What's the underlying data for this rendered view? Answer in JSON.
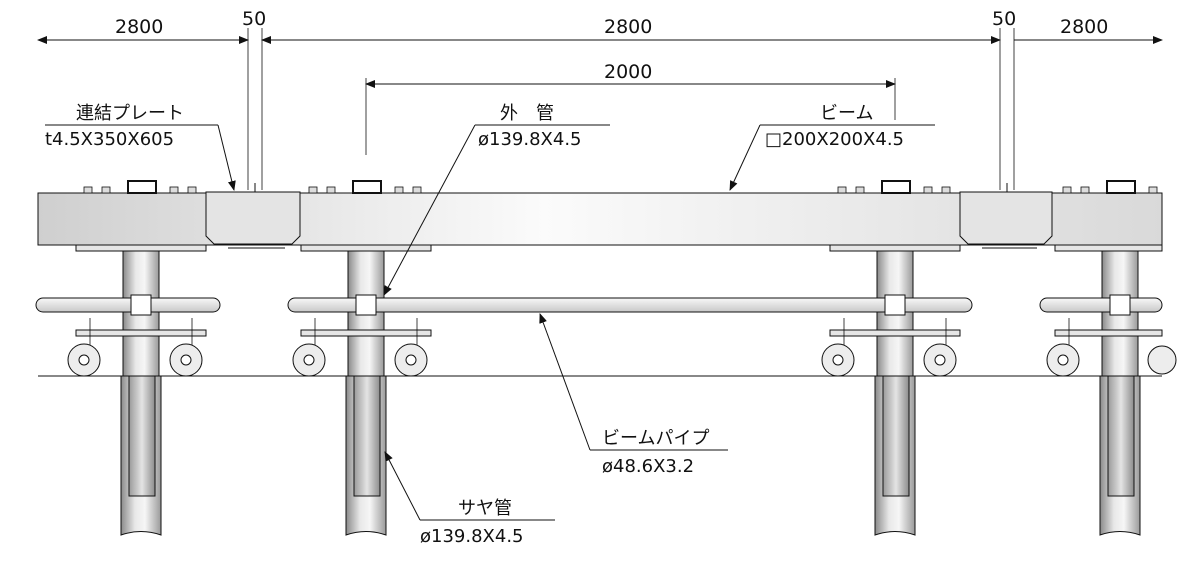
{
  "dimensions": {
    "span_left": "2800",
    "gap_left": "50",
    "span_center": "2800",
    "gap_right": "50",
    "span_right": "2800",
    "inner_span": "2000"
  },
  "callouts": {
    "plate_name": "連結プレート",
    "plate_spec": "t4.5X350X605",
    "outer_pipe_name": "外　管",
    "outer_pipe_spec": "ø139.8X4.5",
    "beam_name": "ビーム",
    "beam_spec": "□200X200X4.5",
    "beam_pipe_name": "ビームパイプ",
    "beam_pipe_spec": "ø48.6X3.2",
    "sleeve_name": "サヤ管",
    "sleeve_spec": "ø139.8X4.5"
  },
  "colors": {
    "line": "#111111",
    "steel_light": "#f4f4f4",
    "steel_mid": "#d6d6d6",
    "steel_dark": "#9a9a9a"
  }
}
